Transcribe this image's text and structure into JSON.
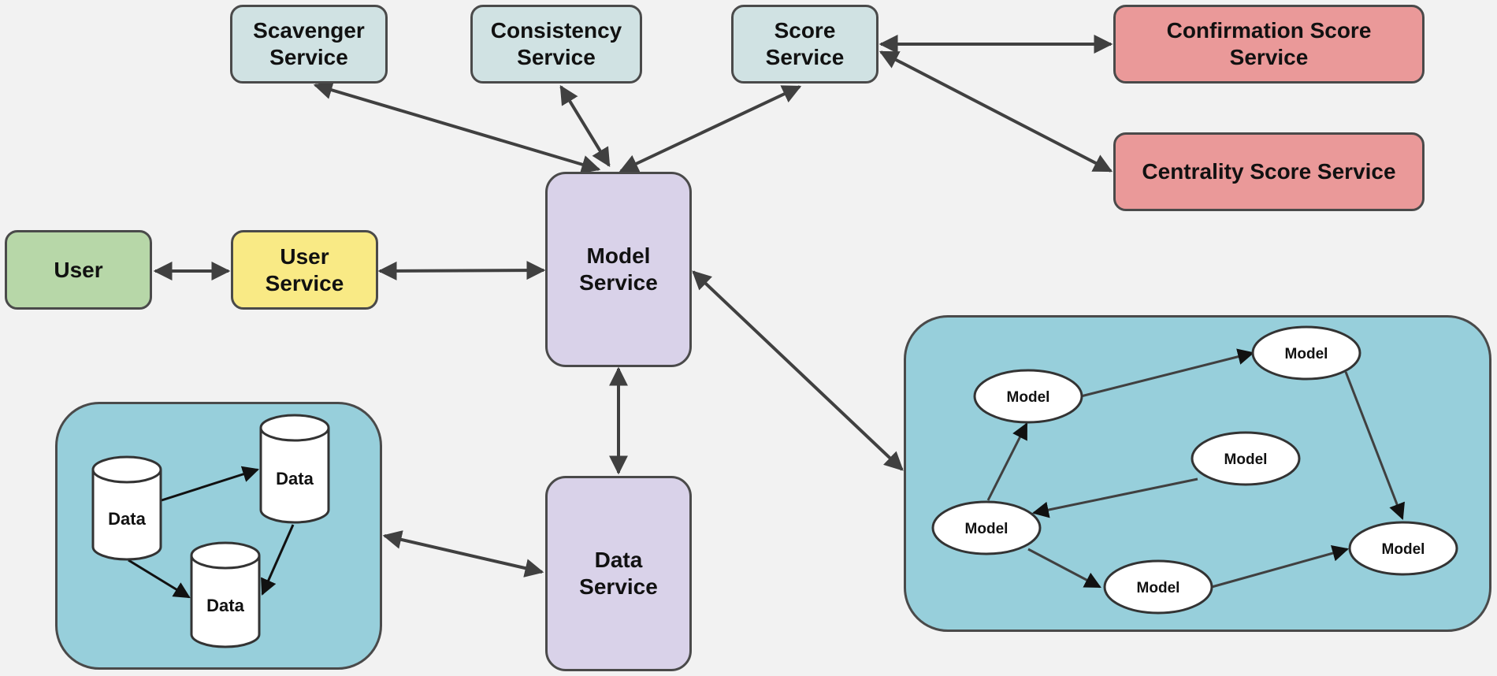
{
  "services": {
    "scavenger": "Scavenger\nService",
    "consistency": "Consistency\nService",
    "score": "Score\nService",
    "confirmation_score": "Confirmation Score\nService",
    "centrality_score": "Centrality Score Service",
    "user": "User",
    "user_service": "User\nService",
    "model_service": "Model\nService",
    "data_service": "Data\nService"
  },
  "data_cluster": {
    "stores": [
      "Data",
      "Data",
      "Data"
    ]
  },
  "model_cluster": {
    "models": [
      "Model",
      "Model",
      "Model",
      "Model",
      "Model",
      "Model"
    ]
  },
  "colors": {
    "background": "#f2f2f2",
    "service_blue": "#d0e2e3",
    "service_red": "#ea9999",
    "user_green": "#b7d7a8",
    "user_service_yellow": "#f9ea85",
    "core_purple": "#d9d2e9",
    "cluster_blue": "#97cfdb",
    "arrow": "#404040"
  }
}
